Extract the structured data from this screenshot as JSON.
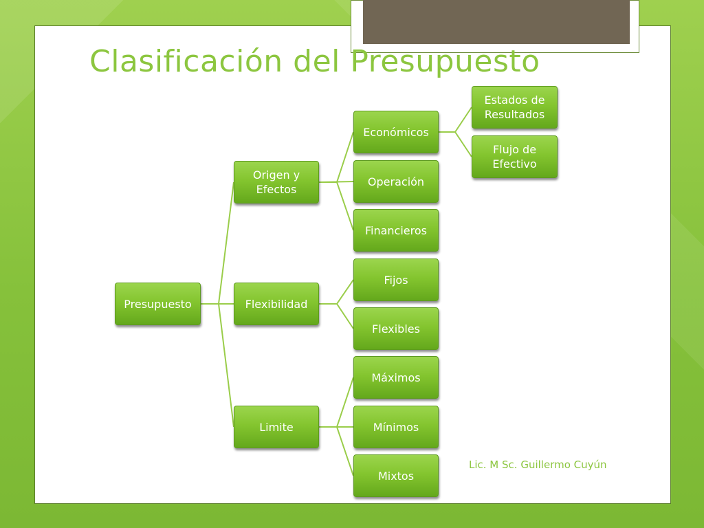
{
  "slide": {
    "title": "Clasificación del Presupuesto",
    "footer": "Lic. M Sc. Guillermo Cuyún"
  },
  "colors": {
    "accent": "#8cc63f",
    "node_fill": "#84c52f",
    "connector": "#9acd4a",
    "deco_block": "#716654"
  },
  "diagram": {
    "root": "Presupuesto",
    "groups": [
      {
        "label": "Origen y Efectos",
        "items": [
          {
            "label": "Económicos",
            "children": [
              "Estados de Resultados",
              "Flujo de Efectivo"
            ]
          },
          {
            "label": "Operación",
            "children": []
          },
          {
            "label": "Financieros",
            "children": []
          }
        ]
      },
      {
        "label": "Flexibilidad",
        "items": [
          {
            "label": "Fijos",
            "children": []
          },
          {
            "label": "Flexibles",
            "children": []
          }
        ]
      },
      {
        "label": "Limite",
        "items": [
          {
            "label": "Máximos",
            "children": []
          },
          {
            "label": "Mínimos",
            "children": []
          },
          {
            "label": "Mixtos",
            "children": []
          }
        ]
      }
    ]
  }
}
